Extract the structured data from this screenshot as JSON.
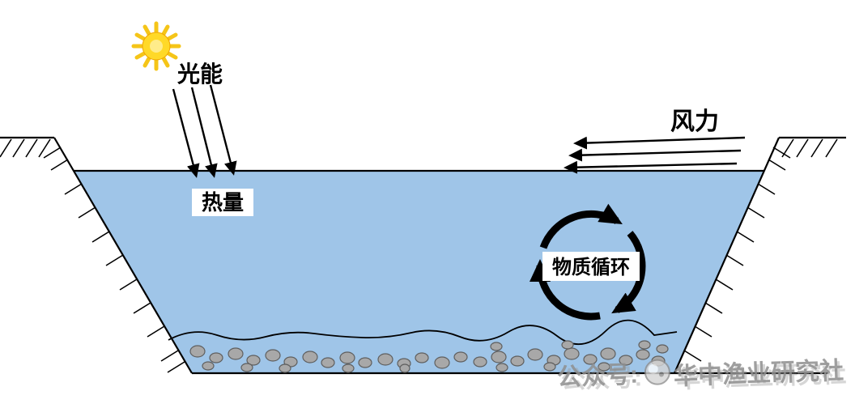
{
  "diagram": {
    "title": "pond-ecosystem-energy-flow-diagram",
    "labels": {
      "light_energy": "光能",
      "heat": "热量",
      "wind": "风力",
      "material_cycle": "物质循环"
    },
    "watermark": {
      "prefix": "公众号:",
      "name": "华中渔业研究社"
    },
    "colors": {
      "background": "#ffffff",
      "water": "#9fc5e8",
      "outline": "#000000",
      "sun_core": "#ffd928",
      "sun_inner": "#ffec8a",
      "sun_ray": "#f5c518",
      "pebble_fill": "#a8a8a8",
      "pebble_stroke": "#5f5f5f",
      "watermark_gray": "#8f8f8f"
    },
    "icons": [
      "sun-icon",
      "light-arrow-icon",
      "wind-arrow-icon",
      "cycle-arrows-icon",
      "watermark-logo-icon"
    ]
  }
}
